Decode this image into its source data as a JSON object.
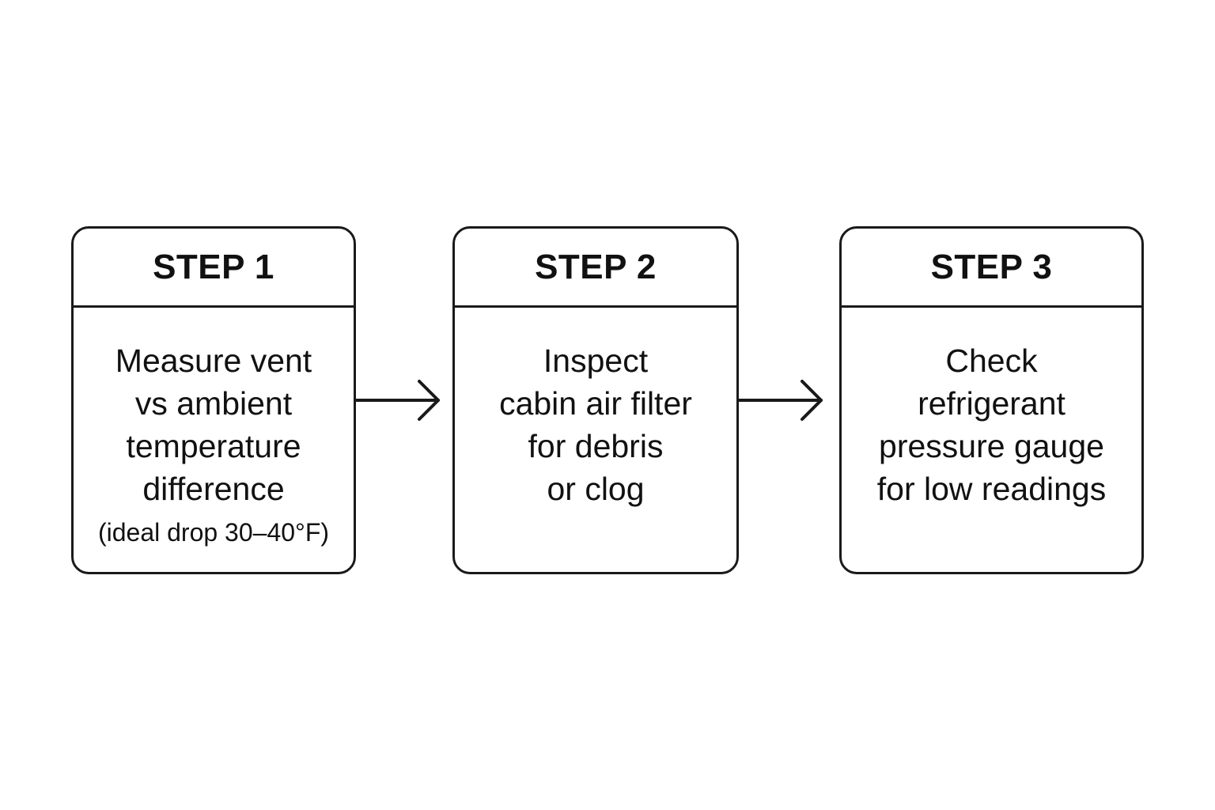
{
  "steps": [
    {
      "title": "STEP 1",
      "lines": [
        "Measure vent",
        "vs ambient",
        "temperature",
        "difference"
      ],
      "note": "(ideal drop 30–40°F)"
    },
    {
      "title": "STEP 2",
      "lines": [
        "Inspect",
        "cabin air filter",
        "for debris",
        "or clog"
      ]
    },
    {
      "title": "STEP 3",
      "lines": [
        "Check",
        "refrigerant",
        "pressure gauge",
        "for low readings"
      ]
    }
  ],
  "colors": {
    "stroke": "#1a1a1a",
    "text": "#111111",
    "background": "#ffffff"
  },
  "icons": {
    "connector": "right-arrow-icon"
  }
}
